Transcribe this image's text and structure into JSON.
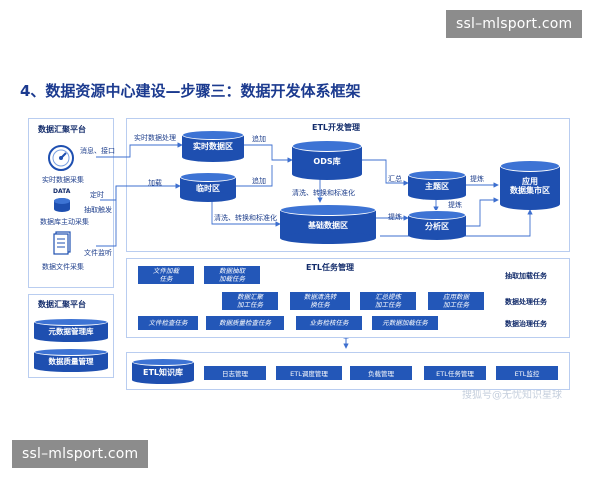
{
  "watermark_top": "ssl–mlsport.com",
  "watermark_bottom": "ssl–mlsport.com",
  "title": "4、数据资源中心建设—步骤三：数据开发体系框架",
  "left_panel": {
    "title": "数据汇聚平台",
    "icon_text": "DATA",
    "items": [
      "实时数据采集",
      "数据库主动采集",
      "数据文件采集"
    ],
    "edges": [
      "消息、接口",
      "实时数据处理",
      "定时",
      "抽取触发",
      "加载",
      "文件监听"
    ]
  },
  "etl_dev": {
    "title": "ETL开发管理",
    "dbs": {
      "realtime": "实时数据区",
      "temp": "临时区",
      "ods": "ODS库",
      "base": "基础数据区",
      "topic": "主题区",
      "analysis": "分析区",
      "app": "应用\n数据集市区"
    },
    "edges": [
      "追加",
      "追加",
      "清洗、转换和标准化",
      "清洗、转换和标准化",
      "汇总",
      "提炼",
      "提炼",
      "提炼"
    ]
  },
  "left_panel2": {
    "title": "数据汇聚平台",
    "items": [
      "元数据管理库",
      "数据质量管理"
    ]
  },
  "etl_task": {
    "title": "ETL任务管理",
    "row1": [
      "文件加载\n任务",
      "数据抽取\n加载任务"
    ],
    "row1_label": "抽取加载任务",
    "row2": [
      "数据汇聚\n加工任务",
      "数据清洗转\n换任务",
      "汇总提炼\n加工任务",
      "应用数据\n加工任务"
    ],
    "row2_label": "数据处理任务",
    "row3": [
      "文件检查任务",
      "数据质量检查任务",
      "业务检核任务",
      "元数据加载任务"
    ],
    "row3_label": "数据治理任务"
  },
  "knowledge": {
    "db": "ETL知识库",
    "items": [
      "日志管理",
      "ETL调度管理",
      "负载管理",
      "ETL任务管理",
      "ETL监控"
    ]
  },
  "caption": "搜狐号@无忧知识星球",
  "colors": {
    "primary": "#2357b8",
    "dark": "#1e4fb0",
    "title": "#1b3a8f",
    "border": "#b9cdf0",
    "watermark": "#8c8c8c"
  }
}
